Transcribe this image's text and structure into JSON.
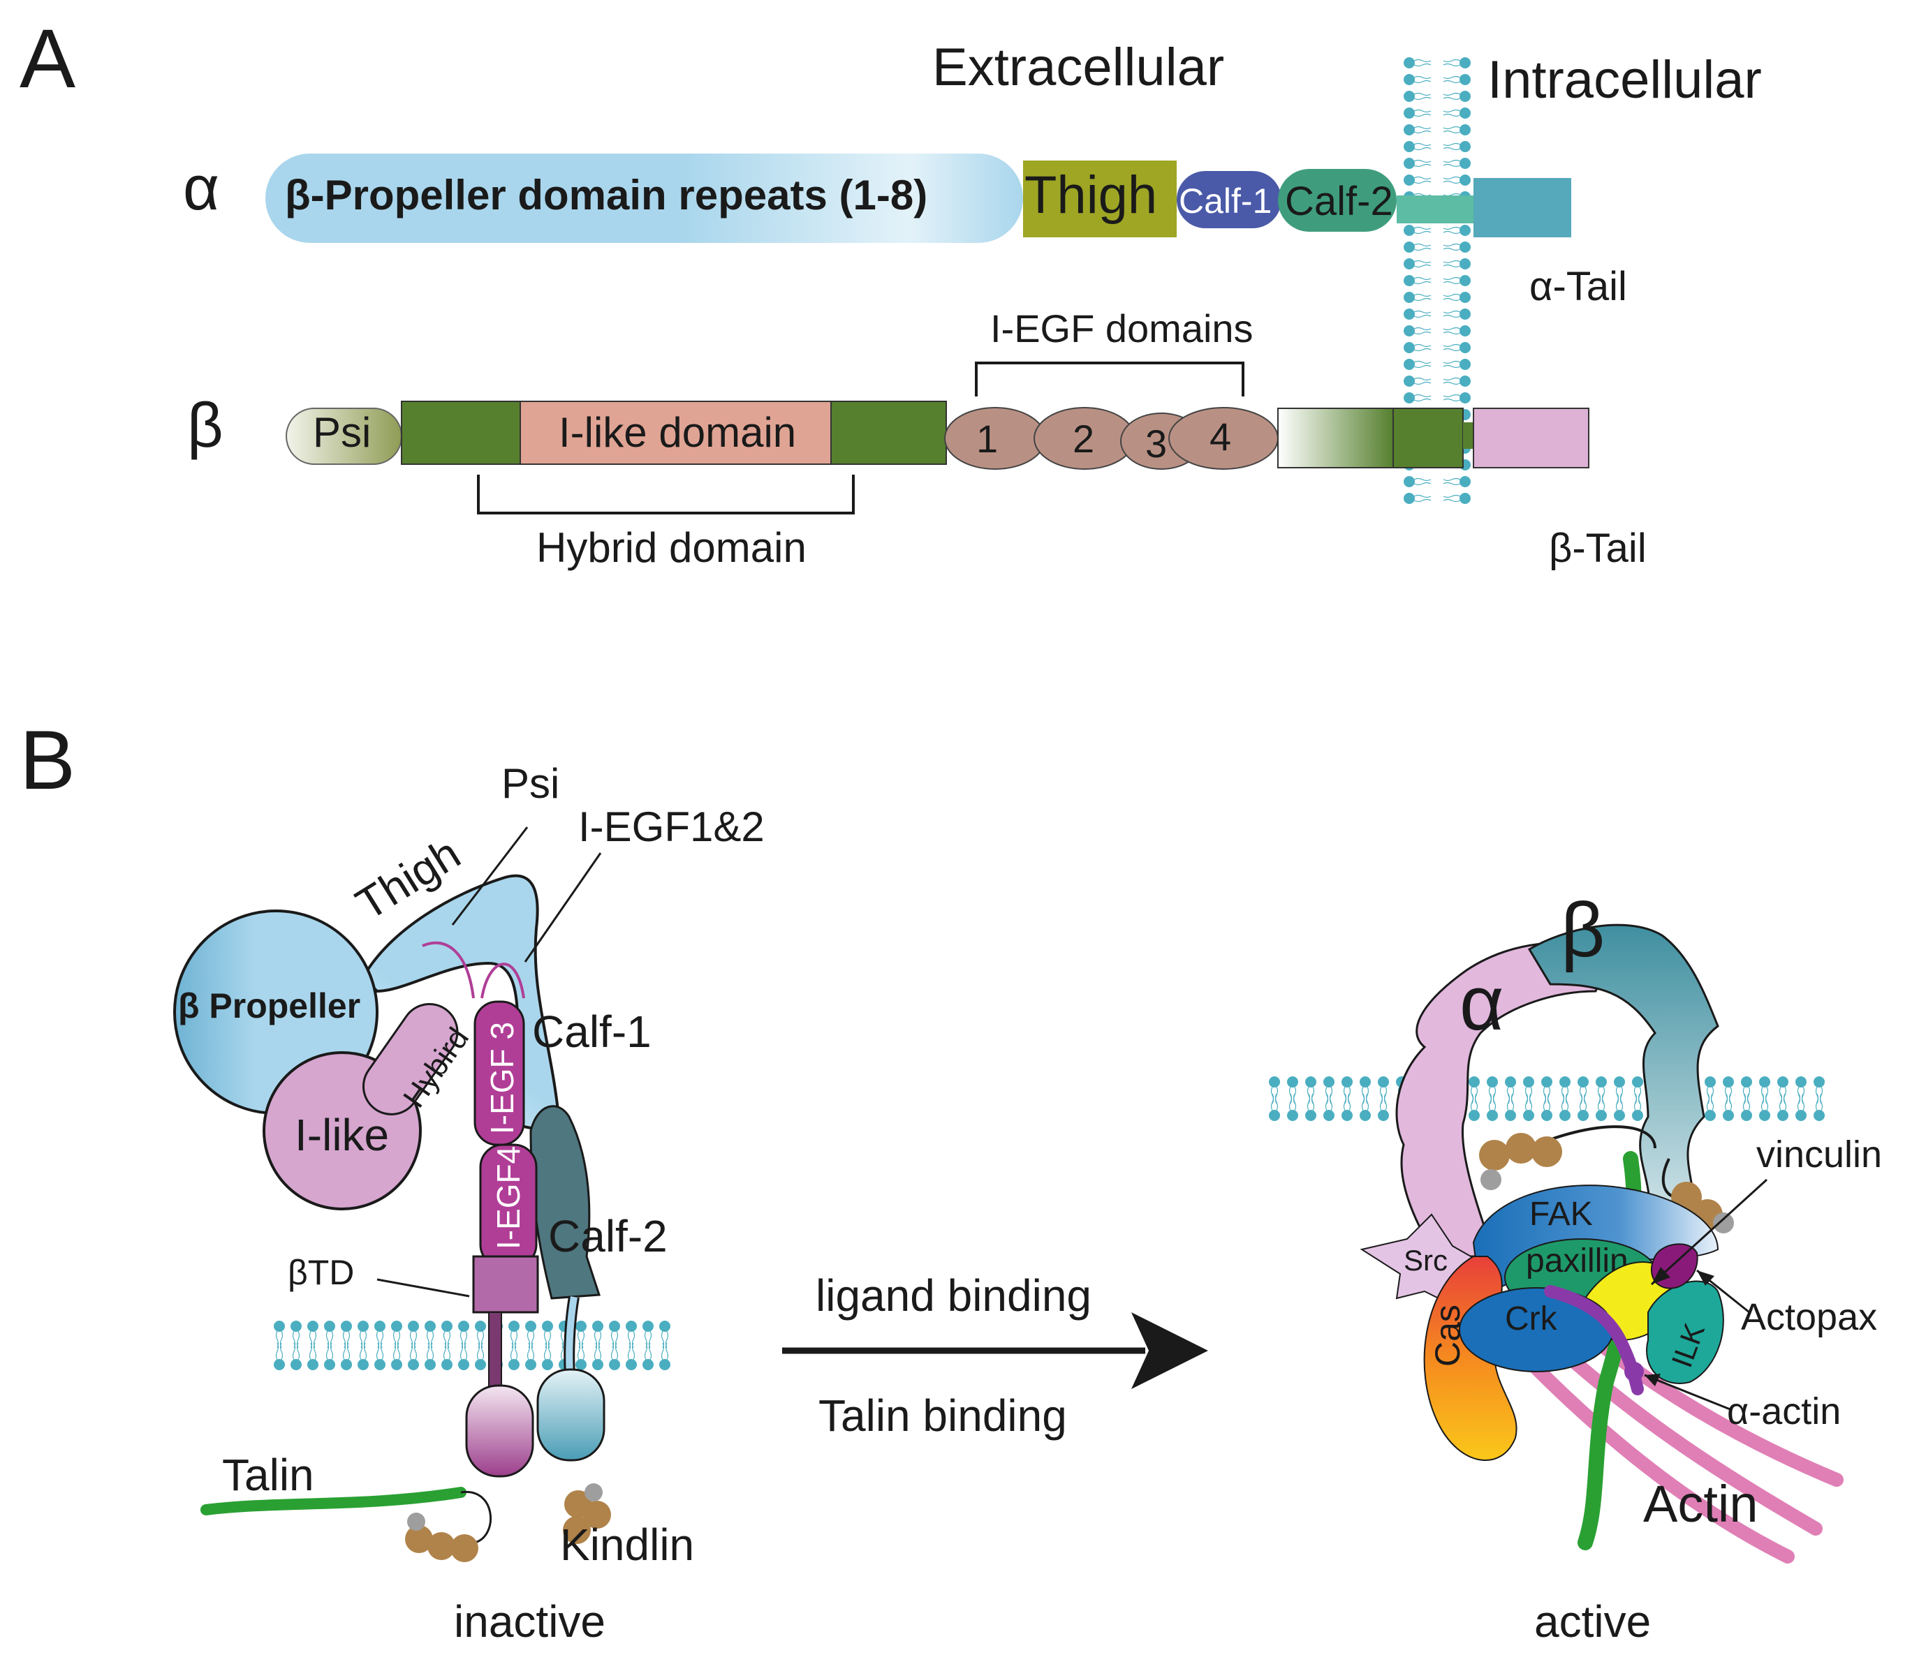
{
  "panel_a": {
    "label": "A",
    "extracellular": "Extracellular",
    "intracellular": "Intracellular",
    "alpha_symbol": "α",
    "beta_symbol": "β",
    "alpha": {
      "propeller": "β-Propeller domain repeats (1-8)",
      "thigh": "Thigh",
      "calf1": "Calf-1",
      "calf2": "Calf-2",
      "tail": "α-Tail"
    },
    "beta": {
      "psi": "Psi",
      "ilike": "I-like domain",
      "hybrid": "Hybrid domain",
      "iegf_title": "I-EGF domains",
      "egf1": "1",
      "egf2": "2",
      "egf3": "3",
      "egf4": "4",
      "tail": "β-Tail"
    },
    "colors": {
      "propeller": "#a9d6ec",
      "thigh": "#9ea624",
      "calf1": "#4a5aa8",
      "calf2": "#3f9d7e",
      "alpha_tm": "#5cbca4",
      "alpha_tail": "#55a9ba",
      "psi": "#a2ad6c",
      "hybrid_green": "#56802e",
      "ilike": "#e0a494",
      "iegf": "#b99184",
      "beta_tail": "#ddb2d5",
      "membrane": "#4aaec0"
    }
  },
  "panel_b": {
    "label": "B",
    "psi": "Psi",
    "iegf12": "I-EGF1&2",
    "thigh": "Thigh",
    "propeller": "β Propeller",
    "hybird": "Hybird",
    "iegf3": "I-EGF 3",
    "calf1": "Calf-1",
    "ilike": "I-like",
    "iegf4": "I-EGF4",
    "calf2": "Calf-2",
    "btd": "βTD",
    "talin": "Talin",
    "kindlin": "Kindlin",
    "inactive": "inactive",
    "ligand_binding": "ligand binding",
    "talin_binding": "Talin binding",
    "alpha": "α",
    "beta": "β",
    "vinculin": "vinculin",
    "fak": "FAK",
    "src": "Src",
    "paxillin": "paxillin",
    "actopax": "Actopax",
    "cas": "Cas",
    "crk": "Crk",
    "ilk": "ILK",
    "alpha_actin": "α-actin",
    "actin": "Actin",
    "active": "active"
  }
}
